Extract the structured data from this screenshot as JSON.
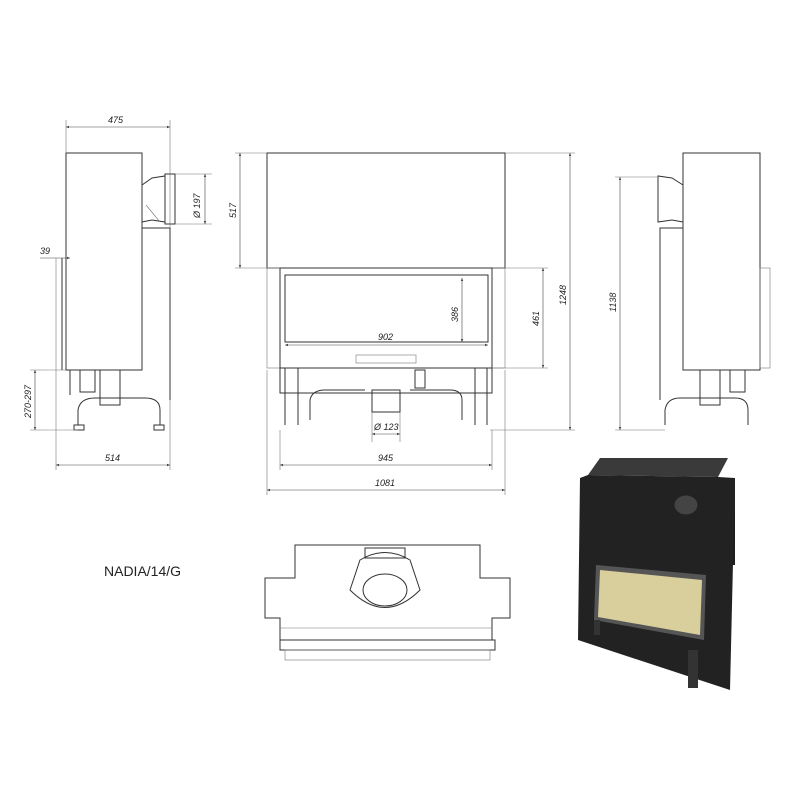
{
  "model_name": "NADIA/14/G",
  "dimensions": {
    "side_depth_top": "475",
    "flue_diameter": "Ø 197",
    "front_offset": "39",
    "leg_height": "270-297",
    "side_depth_bottom": "514",
    "top_panel_height": "517",
    "glass_height": "386",
    "glass_width": "902",
    "door_height": "461",
    "total_height": "1248",
    "air_inlet_diameter": "Ø 123",
    "frame_width": "945",
    "total_width": "1081",
    "side_height_right": "1138"
  },
  "colors": {
    "line": "#333333",
    "render_body": "#1e1e1e",
    "render_glass": "#d8cf9c"
  }
}
